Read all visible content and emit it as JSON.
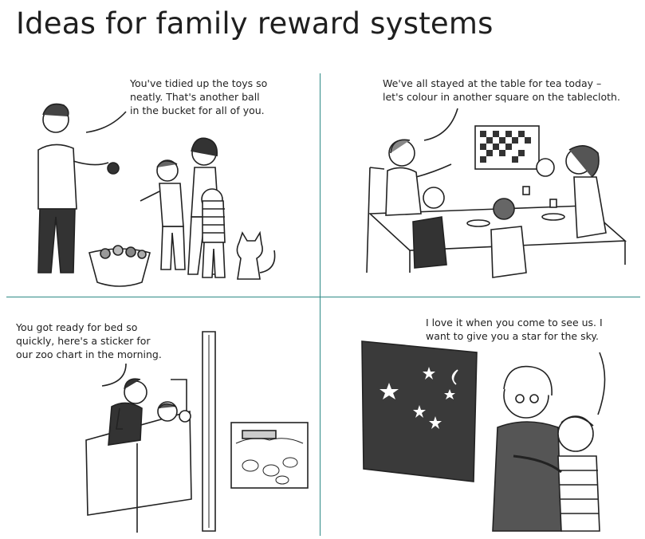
{
  "title": "Ideas for family reward systems",
  "panels": [
    {
      "caption_lines": [
        "You've tidied up the toys so",
        "neatly. That's another ball",
        "in the bucket for all of you."
      ]
    },
    {
      "caption_lines": [
        "We've all stayed at the table for tea today –",
        "let's colour in another square on the tablecloth."
      ]
    },
    {
      "caption_lines": [
        "You got ready for bed so",
        "quickly, here's a sticker for",
        "our zoo chart in the morning."
      ]
    },
    {
      "caption_lines": [
        "I love it when you come to see us. I",
        "want to give you a star for the sky."
      ]
    }
  ],
  "colors": {
    "divider": "#2e8a86",
    "ink": "#222222",
    "dark_board": "#3a3a3a"
  }
}
